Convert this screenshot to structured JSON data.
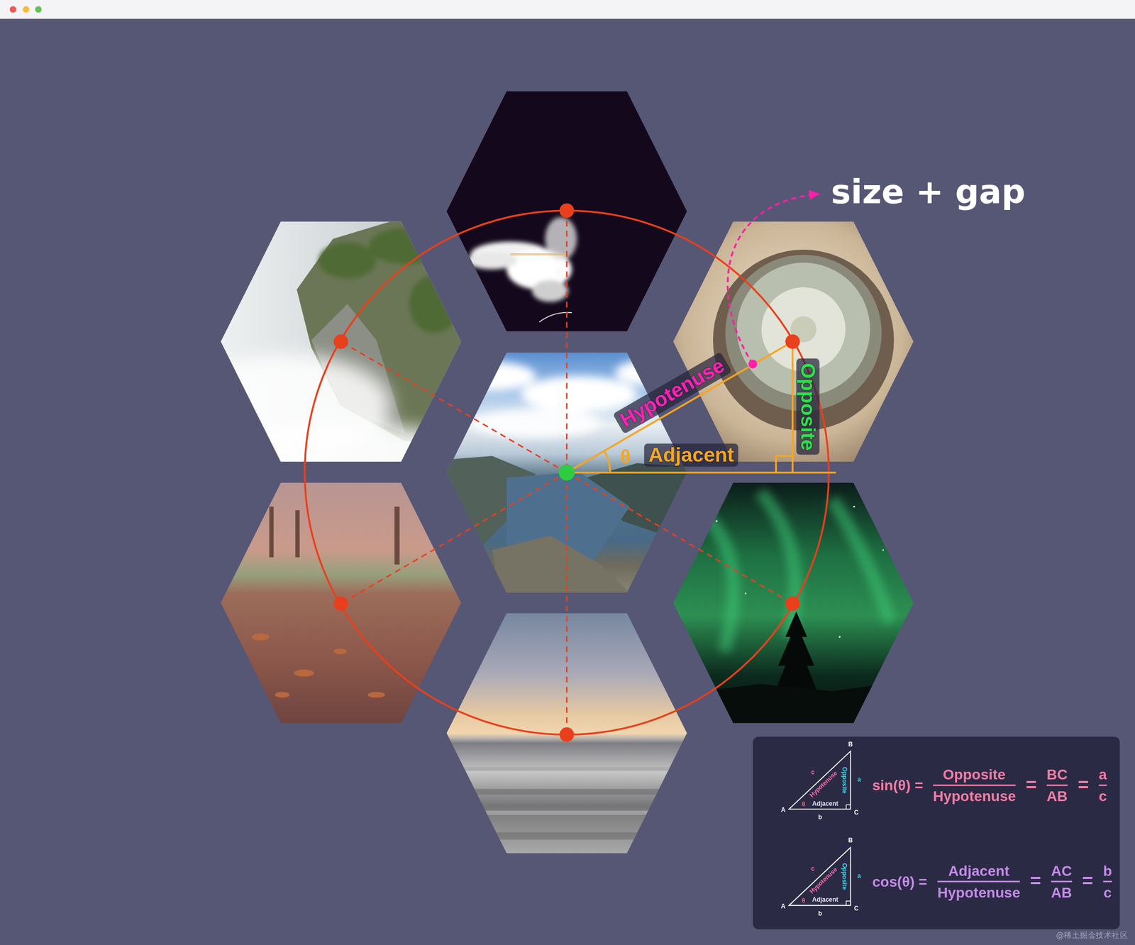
{
  "diagram": {
    "nodes": [
      {
        "text": [
          "B",
          "c",
          "Hypotenuse",
          "Opposite",
          "a",
          "θ",
          "A",
          "Adjacent",
          "C",
          "b",
          "sin(θ) =",
          "Opposite",
          "Hypotenuse",
          "=",
          "BC",
          "AB",
          "=",
          "a",
          "c",
          "B",
          "c",
          "Hypotenuse",
          "Opposite",
          "a",
          "θ",
          "A",
          "Adjacent",
          "C",
          "b",
          "cos(θ) =",
          "Adjacent",
          "Hypotenuse",
          "=",
          "AC",
          "AB",
          "=",
          "b",
          "c"
        ]
      }
    ],
    "labels": [
      "size + gap",
      "Hypotenuse",
      "Opposite",
      "Adjacent",
      "θ",
      "@稀土掘金技术社区"
    ]
  }
}
